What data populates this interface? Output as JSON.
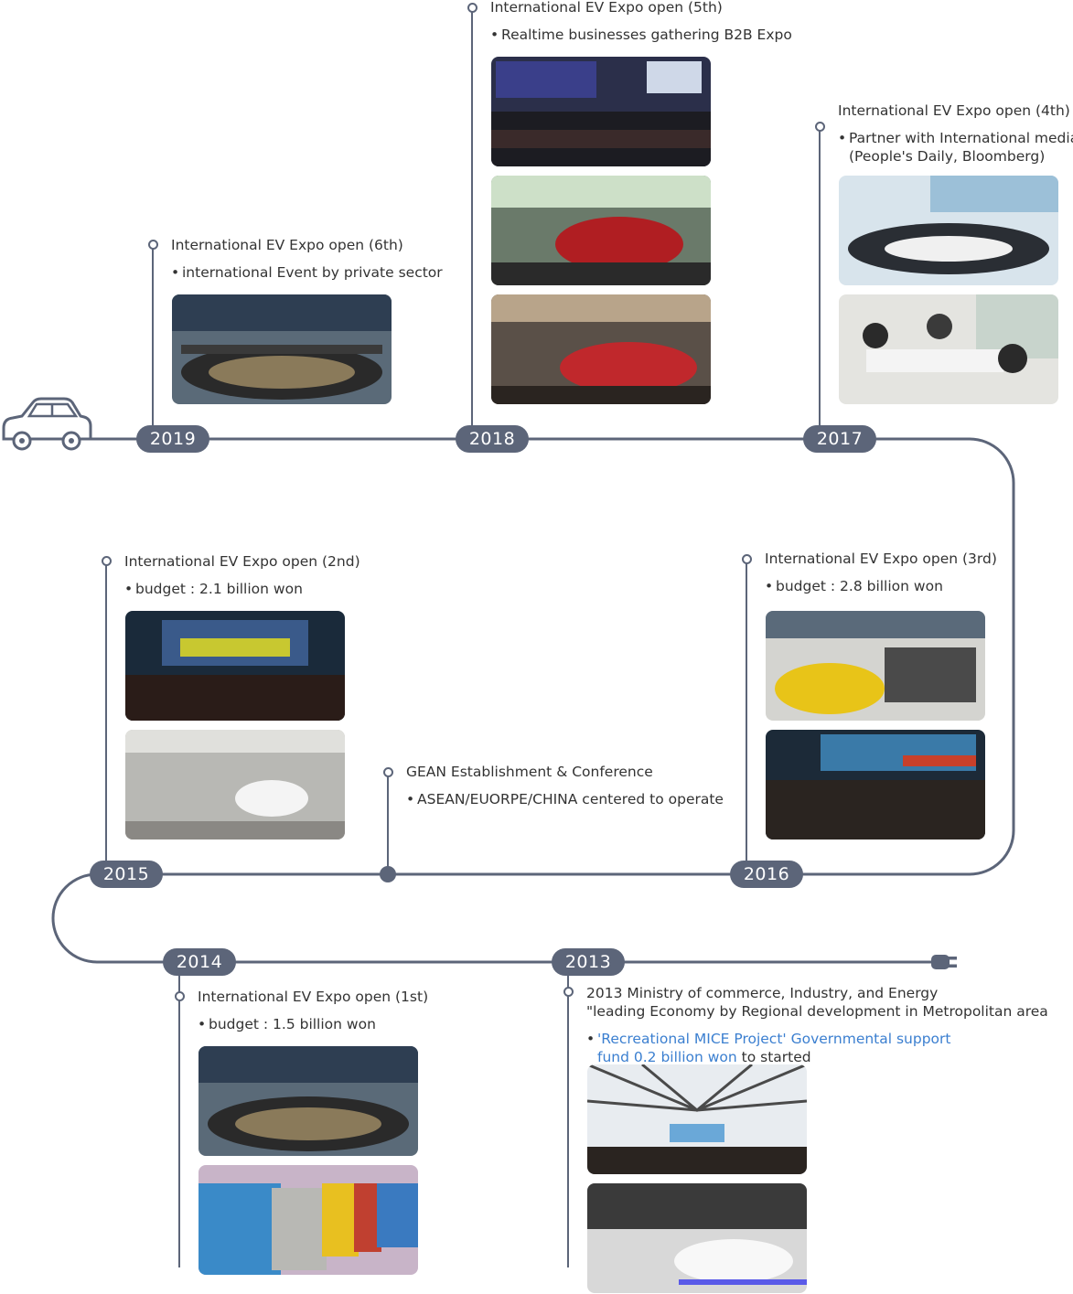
{
  "colors": {
    "line": "#5c6579",
    "text": "#333333",
    "accent_blue": "#3b7fd0"
  },
  "icons": {
    "start": "car-icon",
    "end": "plug-icon"
  },
  "years": [
    {
      "year": "2019",
      "title": "International EV Expo open (6th)",
      "bullets": [
        "international Event by private sector"
      ]
    },
    {
      "year": "2018",
      "title": "International EV Expo open (5th)",
      "bullets": [
        "Realtime businesses gathering B2B Expo"
      ]
    },
    {
      "year": "2017",
      "title": "International EV Expo open (4th)",
      "bullets": [
        "Partner with International media\""
      ],
      "bullet_sub": "(People's Daily, Bloomberg)"
    },
    {
      "year": "2016",
      "title": "International EV Expo open (3rd)",
      "bullets": [
        "budget : 2.8 billion won"
      ]
    },
    {
      "year": "2015",
      "title": "International EV Expo open (2nd)",
      "bullets": [
        "budget : 2.1 billion won"
      ]
    },
    {
      "year": "2014",
      "title": "International EV Expo open (1st)",
      "bullets": [
        "budget : 1.5 billion won"
      ]
    },
    {
      "year": "2013",
      "title": "2013 Ministry of commerce, Industry, and Energy",
      "title_line2": "\"leading Economy by Regional development in Metropolitan area",
      "highlight_line1": "'Recreational MICE Project' Governmental support",
      "highlight_line2": "fund 0.2 billion won",
      "suffix": "to started"
    }
  ],
  "gean": {
    "title": "GEAN Establishment & Conference",
    "bullet": "ASEAN/EUORPE/CHINA centered to operate"
  }
}
